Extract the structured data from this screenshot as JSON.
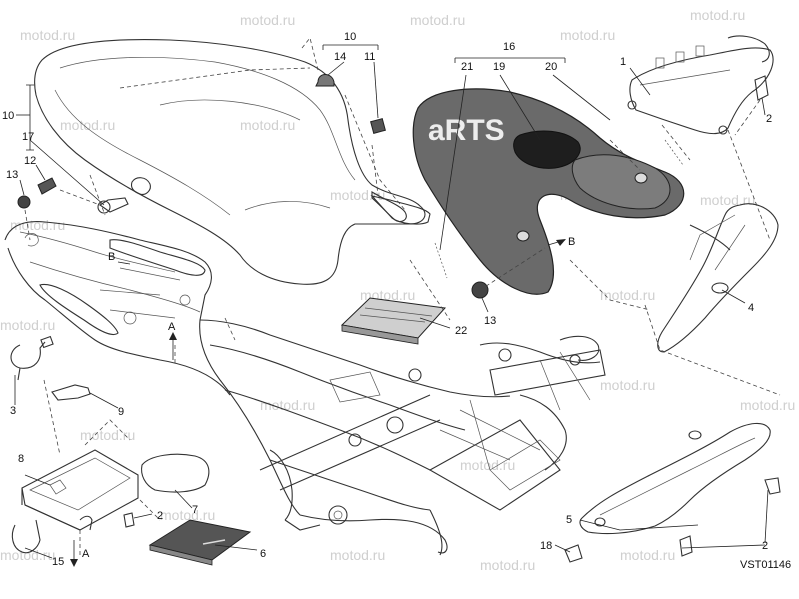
{
  "callouts": {
    "c1": "1",
    "c2a": "2",
    "c2b": "2",
    "c2c": "2",
    "c3": "3",
    "c4": "4",
    "c5": "5",
    "c6": "6",
    "c7": "7",
    "c8": "8",
    "c9": "9",
    "c10a": "10",
    "c10b": "10",
    "c11": "11",
    "c12": "12",
    "c13a": "13",
    "c13b": "13",
    "c14": "14",
    "c15": "15",
    "c16": "16",
    "c17": "17",
    "c18": "18",
    "c19": "19",
    "c20": "20",
    "c21": "21",
    "c22": "22"
  },
  "refs": {
    "A1": "A",
    "A2": "A",
    "B1": "B",
    "B2": "B"
  },
  "drawing_code": "VST01146",
  "watermark": "motod.ru",
  "seat_cover_logo": "aRTS"
}
